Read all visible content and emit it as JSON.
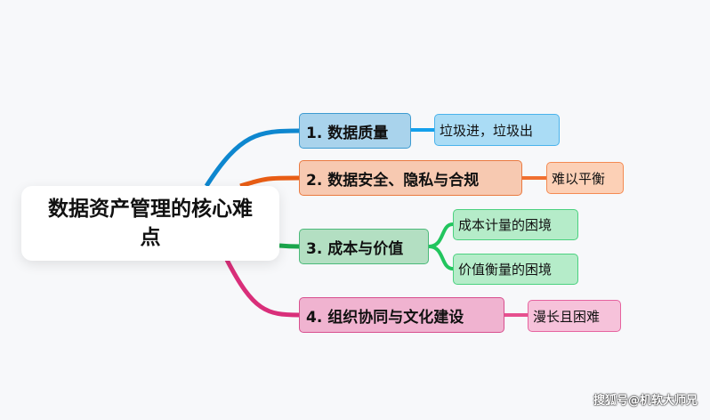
{
  "root": {
    "title": "数据资产管理的核心难点"
  },
  "branches": [
    {
      "label": "1. 数据质量",
      "color": "#0e87cf",
      "leaves": [
        "垃圾进，垃圾出"
      ]
    },
    {
      "label": "2. 数据安全、隐私与合规",
      "color": "#e85d15",
      "leaves": [
        "难以平衡"
      ]
    },
    {
      "label": "3. 成本与价值",
      "color": "#1aa64c",
      "leaves": [
        "成本计量的困境",
        "价值衡量的困境"
      ]
    },
    {
      "label": "4. 组织协同与文化建设",
      "color": "#d92f7a",
      "leaves": [
        "漫长且困难"
      ]
    }
  ],
  "watermark": "搜狐号@机软大师兄"
}
